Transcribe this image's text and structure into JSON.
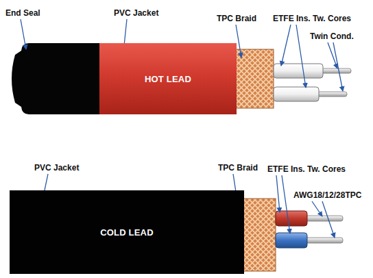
{
  "diagram": {
    "nodes": [
      {
        "text": [
          "HOT LEAD"
        ]
      },
      {
        "text": [
          "COLD LEAD"
        ]
      }
    ],
    "labels": [
      "End Seal",
      "PVC Jacket",
      "TPC Braid",
      "ETFE Ins. Tw. Cores",
      "Twin Cond.",
      "PVC Jacket",
      "TPC Braid",
      "ETFE  Ins. Tw. Cores",
      "AWG18/12/28TPC"
    ]
  }
}
